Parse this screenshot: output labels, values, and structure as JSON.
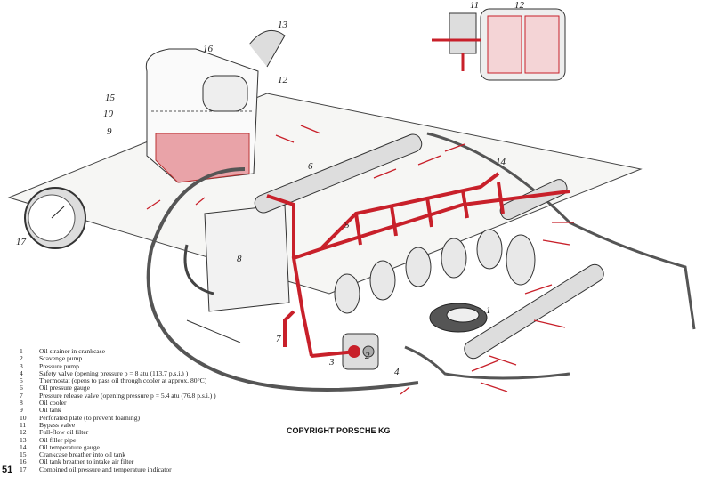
{
  "page_number": "51",
  "copyright": "COPYRIGHT PORSCHE KG",
  "callouts": [
    "1",
    "2",
    "3",
    "4",
    "5",
    "6",
    "7",
    "8",
    "9",
    "10",
    "11",
    "12",
    "13",
    "14",
    "15",
    "16",
    "17"
  ],
  "legend": [
    {
      "num": "1",
      "text": "Oil strainer in crankcase"
    },
    {
      "num": "2",
      "text": "Scavenge pump"
    },
    {
      "num": "3",
      "text": "Pressure pump"
    },
    {
      "num": "4",
      "text": "Safety valve (opening pressure p = 8 atu (113.7 p.s.i.) )"
    },
    {
      "num": "5",
      "text": "Thermostat (opens to pass oil through cooler at approx. 80°C)"
    },
    {
      "num": "6",
      "text": "Oil pressure gauge"
    },
    {
      "num": "7",
      "text": "Pressure release valve (opening pressure p = 5.4 atu (76.8 p.s.i.) )"
    },
    {
      "num": "8",
      "text": "Oil cooler"
    },
    {
      "num": "9",
      "text": "Oil tank"
    },
    {
      "num": "10",
      "text": "Perforated plate (to prevent foaming)"
    },
    {
      "num": "11",
      "text": "Bypass valve"
    },
    {
      "num": "12",
      "text": "Full-flow oil filter"
    },
    {
      "num": "13",
      "text": "Oil filler pipe"
    },
    {
      "num": "14",
      "text": "Oil temperature gauge"
    },
    {
      "num": "15",
      "text": "Crankcase breather into oil tank"
    },
    {
      "num": "16",
      "text": "Oil tank breather to intake air filter"
    },
    {
      "num": "17",
      "text": "Combined oil pressure and temperature indicator"
    }
  ],
  "colors": {
    "oil": "#c8202a",
    "line": "#333333",
    "plane": "#f4f4f2"
  }
}
